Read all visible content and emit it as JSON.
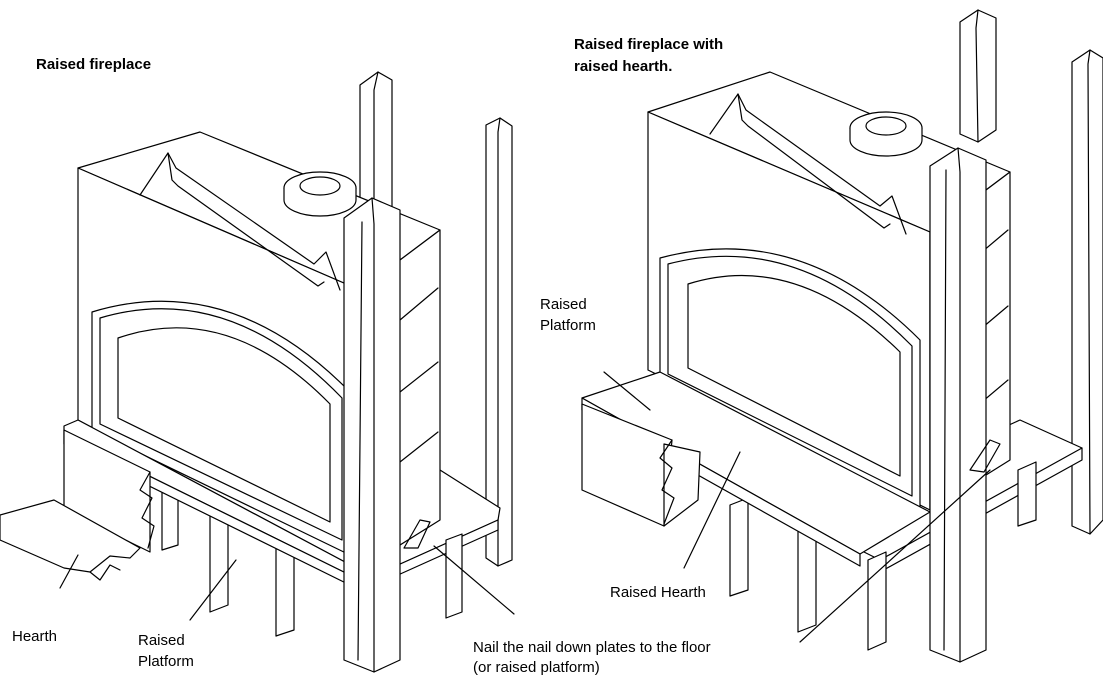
{
  "left_figure": {
    "title": "Raised fireplace",
    "hearth_label": "Hearth",
    "platform_label_line1": "Raised",
    "platform_label_line2": "Platform"
  },
  "right_figure": {
    "title_line1": "Raised fireplace with",
    "title_line2": "raised hearth.",
    "platform_label_line1": "Raised",
    "platform_label_line2": "Platform",
    "hearth_label": "Raised Hearth"
  },
  "shared_note": {
    "line1": "Nail the nail down plates to the floor",
    "line2": "(or raised platform)"
  }
}
